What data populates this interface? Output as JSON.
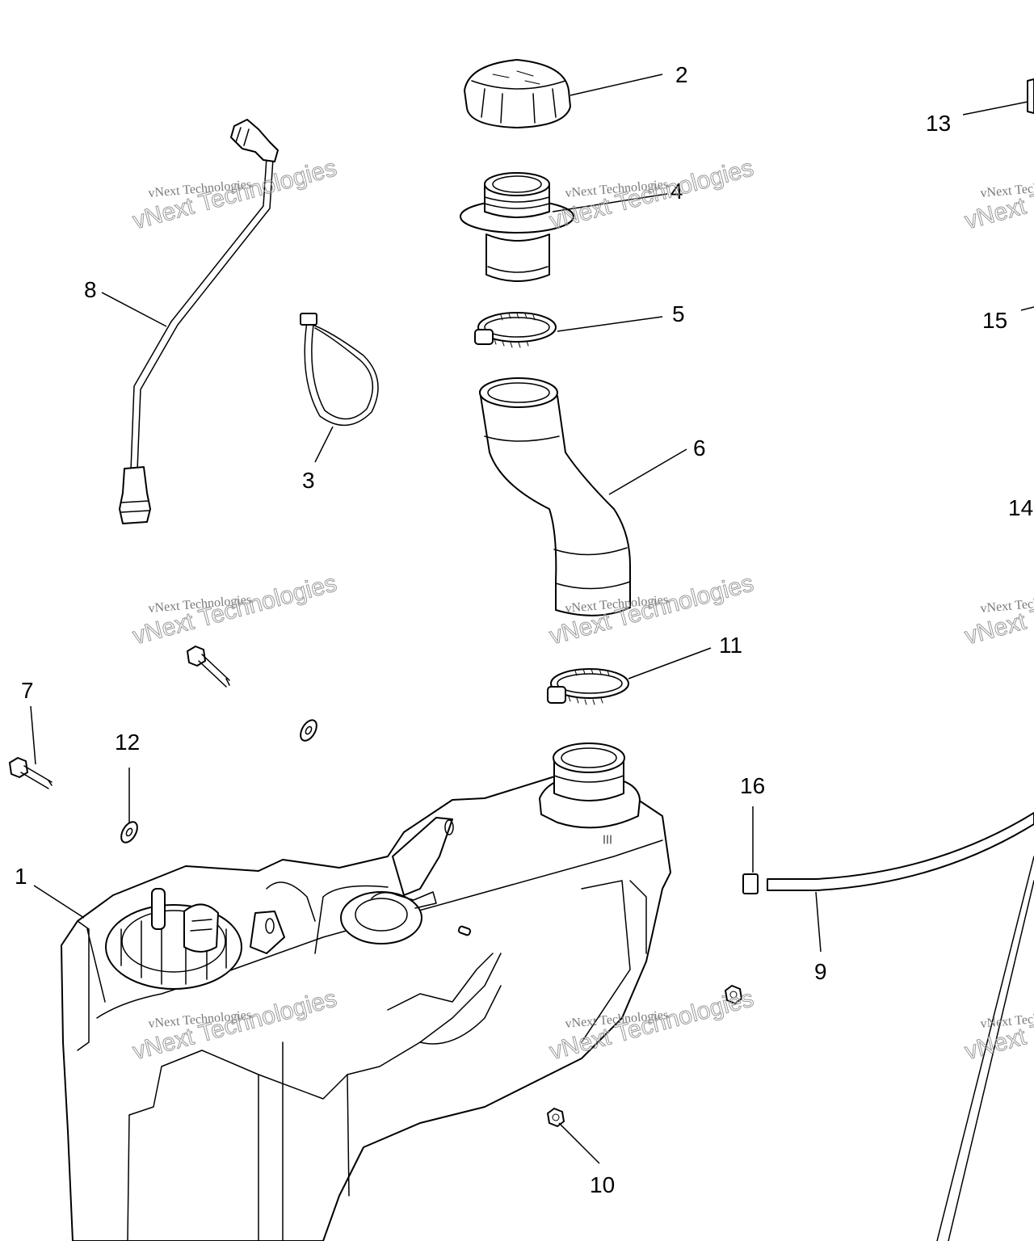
{
  "diagram": {
    "callouts": {
      "c1": "1",
      "c2": "2",
      "c3": "3",
      "c4": "4",
      "c5": "5",
      "c6": "6",
      "c7": "7",
      "c8": "8",
      "c9": "9",
      "c10": "10",
      "c11": "11",
      "c12": "12",
      "c13": "13",
      "c14": "14",
      "c15": "15",
      "c16": "16"
    },
    "watermark": {
      "small": "vNext Technologies",
      "large": "vNext Technologies"
    }
  }
}
